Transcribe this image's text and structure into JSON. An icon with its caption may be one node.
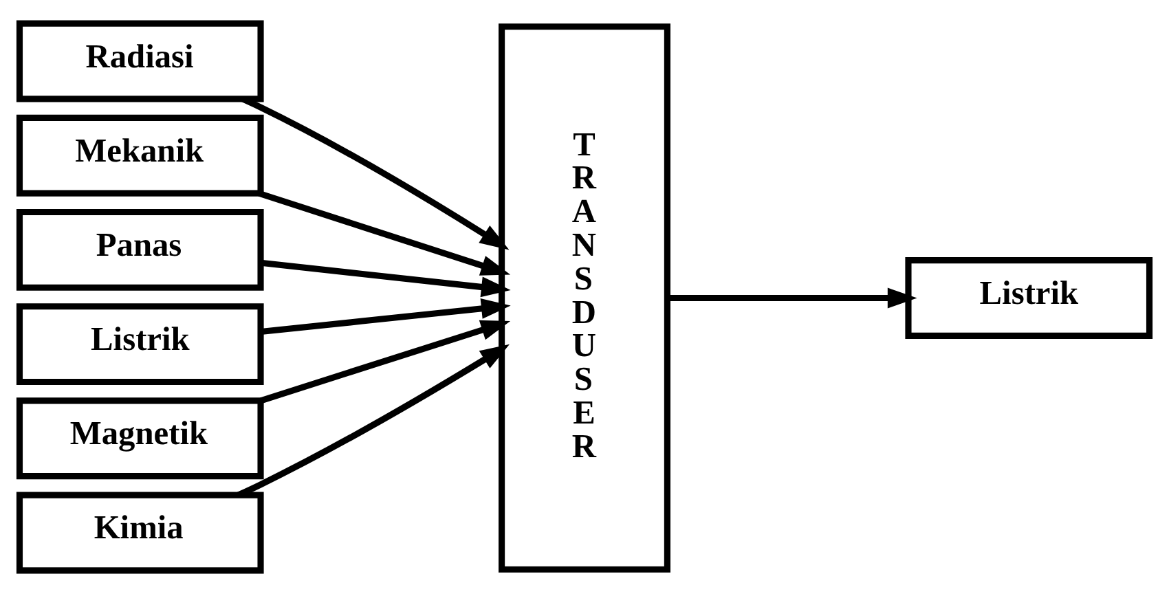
{
  "diagram": {
    "nodes": [
      {
        "text": [
          "Radiasi"
        ]
      },
      {
        "text": [
          "Mekanik"
        ]
      },
      {
        "text": [
          "Panas"
        ]
      },
      {
        "text": [
          "Listrik"
        ]
      },
      {
        "text": [
          "Magnetik"
        ]
      },
      {
        "text": [
          "Kimia"
        ]
      },
      {
        "text": [
          "T R A N S D U S E R"
        ]
      },
      {
        "text": [
          "Listrik"
        ]
      }
    ],
    "edges": [
      {
        "from": 0,
        "to": 6,
        "arrow": "to"
      },
      {
        "from": 1,
        "to": 6,
        "arrow": "to"
      },
      {
        "from": 2,
        "to": 6,
        "arrow": "to"
      },
      {
        "from": 3,
        "to": 6,
        "arrow": "to"
      },
      {
        "from": 4,
        "to": 6,
        "arrow": "to"
      },
      {
        "from": 5,
        "to": 6,
        "arrow": "to"
      },
      {
        "from": 6,
        "to": 7,
        "arrow": "to"
      }
    ]
  }
}
